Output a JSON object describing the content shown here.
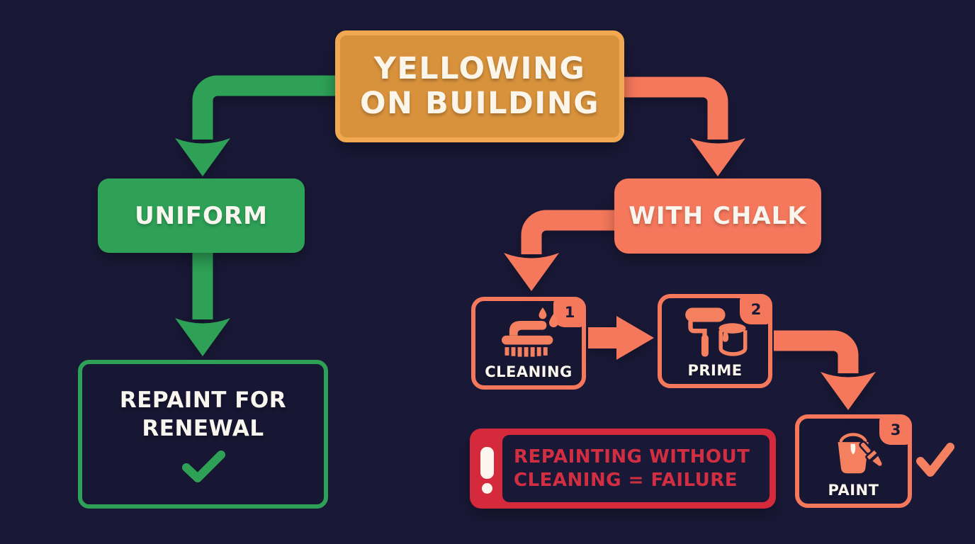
{
  "diagram": {
    "title": "YELLOWING ON BUILDING",
    "left_branch": {
      "condition_label": "UNIFORM",
      "result_label": "REPAINT FOR RENEWAL",
      "result_mark": "checkmark"
    },
    "right_branch": {
      "condition_label": "WITH CHALK",
      "steps": [
        {
          "number": "1",
          "label": "CLEANING",
          "icon": "scrub-brush-water-drops-icon"
        },
        {
          "number": "2",
          "label": "PRIME",
          "icon": "paint-roller-and-can-icon"
        },
        {
          "number": "3",
          "label": "PAINT",
          "icon": "paint-bucket-and-brush-icon"
        }
      ],
      "success_mark": "checkmark",
      "warning": {
        "icon": "exclamation-icon",
        "text_line1": "REPAINTING WITHOUT",
        "text_line2": "CLEANING = FAILURE"
      }
    },
    "colors": {
      "background": "#191937",
      "green": "#2ea157",
      "salmon": "#f5785c",
      "orange_fill": "#d9923c",
      "orange_border": "#f2a850",
      "red": "#d5293c",
      "red_text": "#d22e42",
      "text_light": "#fbf5ea",
      "text_dark": "#1a1a38"
    }
  }
}
